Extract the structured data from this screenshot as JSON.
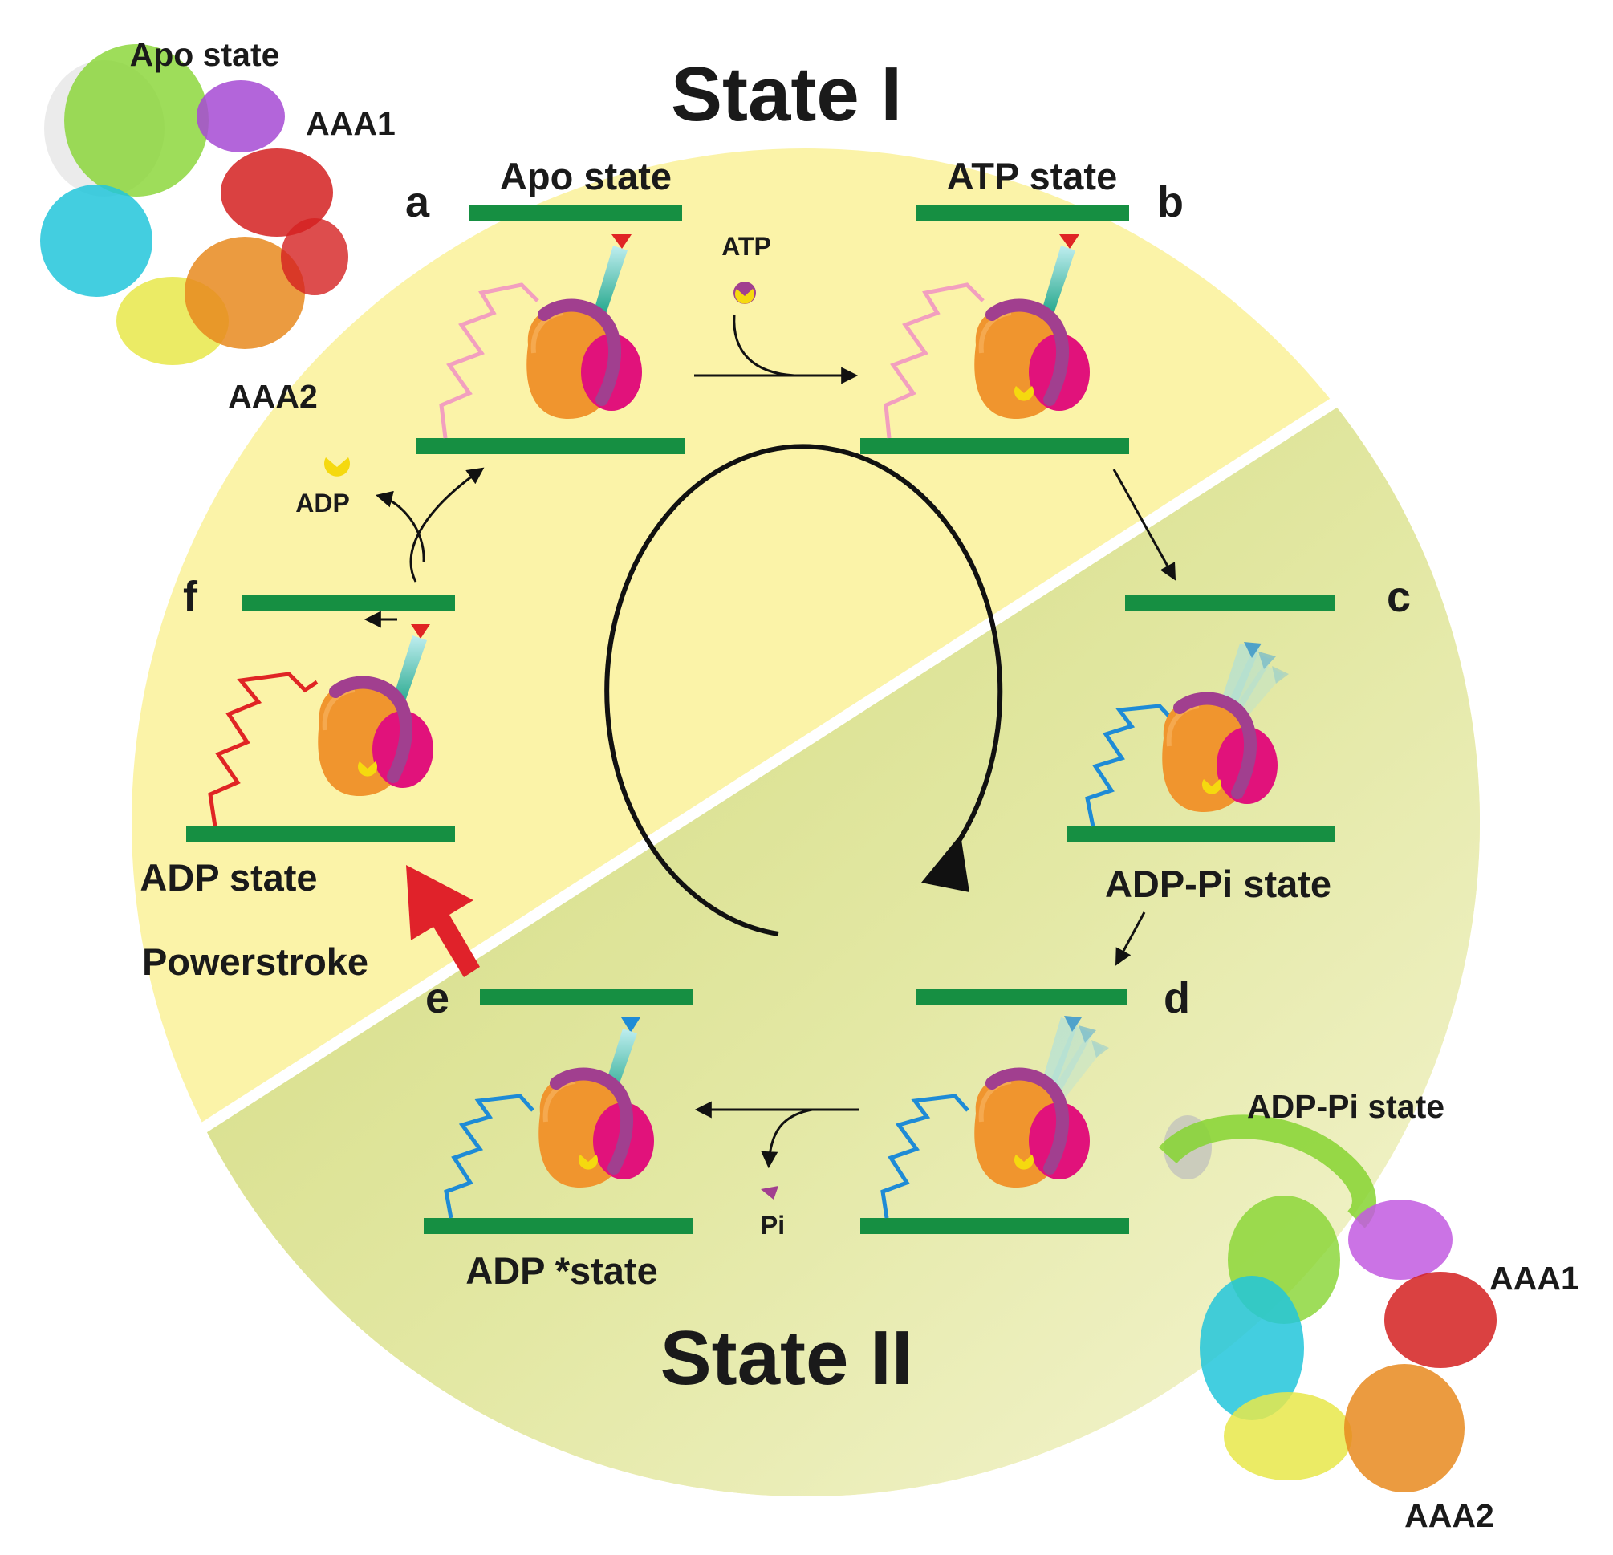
{
  "regions": {
    "state_one": "State I",
    "state_two": "State II"
  },
  "panels": {
    "a": {
      "letter": "a",
      "title": "Apo state"
    },
    "b": {
      "letter": "b",
      "title": "ATP state"
    },
    "c": {
      "letter": "c",
      "title": "ADP-Pi state"
    },
    "d": {
      "letter": "d",
      "title": ""
    },
    "e": {
      "letter": "e",
      "title": "ADP *state"
    },
    "f": {
      "letter": "f",
      "title": "ADP state"
    }
  },
  "ligands": {
    "atp": "ATP",
    "adp": "ADP",
    "pi": "Pi"
  },
  "powerstroke": "Powerstroke",
  "structures": {
    "top_left": {
      "title": "Apo state",
      "aaa1": "AAA1",
      "aaa2": "AAA2"
    },
    "bottom_right": {
      "title": "ADP-Pi state",
      "aaa1": "AAA1",
      "aaa2": "AAA2"
    }
  },
  "colors": {
    "state_one_bg": "#fbf3a8",
    "state_two_bg": "#d9e088",
    "microtubule": "#168f42",
    "stalk_red": "#e02424",
    "stalk_blue": "#1e8bd6",
    "spring_pink": "#f29fbf",
    "spring_red": "#e02424",
    "spring_blue": "#1e8bd6",
    "motor_orange": "#f0952e",
    "motor_magenta": "#e1127b",
    "linker_purple": "#a13f8f",
    "nucleotide_yellow": "#f5d90f",
    "powerstroke_arrow": "#e0222a"
  }
}
